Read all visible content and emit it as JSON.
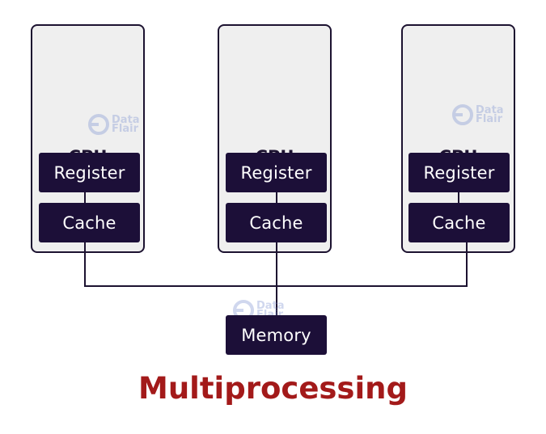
{
  "diagram": {
    "title": "Multiprocessing",
    "processors": [
      {
        "cpu_label": "CPU",
        "register_label": "Register",
        "cache_label": "Cache"
      },
      {
        "cpu_label": "CPU",
        "register_label": "Register",
        "cache_label": "Cache"
      },
      {
        "cpu_label": "CPU",
        "register_label": "Register",
        "cache_label": "Cache"
      }
    ],
    "memory_label": "Memory",
    "watermark": {
      "line1": "Data",
      "line2": "Flair"
    },
    "colors": {
      "chip": "#1c0f38",
      "title": "#a31a1a",
      "cpu_box": "#efefef",
      "line": "#1c1230"
    }
  }
}
